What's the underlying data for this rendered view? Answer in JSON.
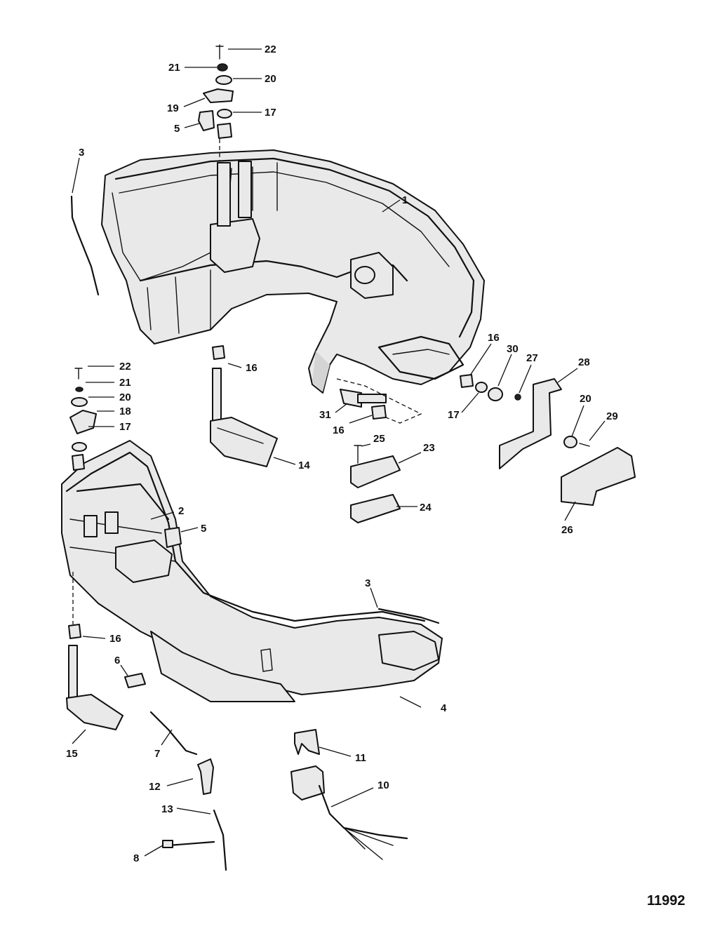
{
  "figure_number": "11992",
  "callouts": [
    {
      "id": "c22a",
      "label": "22"
    },
    {
      "id": "c21a",
      "label": "21"
    },
    {
      "id": "c20a",
      "label": "20"
    },
    {
      "id": "c19",
      "label": "19"
    },
    {
      "id": "c17a",
      "label": "17"
    },
    {
      "id": "c5a",
      "label": "5"
    },
    {
      "id": "c3a",
      "label": "3"
    },
    {
      "id": "c1",
      "label": "1"
    },
    {
      "id": "c16a",
      "label": "16"
    },
    {
      "id": "c30",
      "label": "30"
    },
    {
      "id": "c27",
      "label": "27"
    },
    {
      "id": "c28",
      "label": "28"
    },
    {
      "id": "c22b",
      "label": "22"
    },
    {
      "id": "c21b",
      "label": "21"
    },
    {
      "id": "c20b",
      "label": "20"
    },
    {
      "id": "c18",
      "label": "18"
    },
    {
      "id": "c17b",
      "label": "17"
    },
    {
      "id": "c16b",
      "label": "16"
    },
    {
      "id": "c31",
      "label": "31"
    },
    {
      "id": "c16c",
      "label": "16"
    },
    {
      "id": "c17c",
      "label": "17"
    },
    {
      "id": "c20c",
      "label": "20"
    },
    {
      "id": "c29",
      "label": "29"
    },
    {
      "id": "c25",
      "label": "25"
    },
    {
      "id": "c23",
      "label": "23"
    },
    {
      "id": "c14",
      "label": "14"
    },
    {
      "id": "c2",
      "label": "2"
    },
    {
      "id": "c5b",
      "label": "5"
    },
    {
      "id": "c24",
      "label": "24"
    },
    {
      "id": "c26",
      "label": "26"
    },
    {
      "id": "c3b",
      "label": "3"
    },
    {
      "id": "c16d",
      "label": "16"
    },
    {
      "id": "c6",
      "label": "6"
    },
    {
      "id": "c4",
      "label": "4"
    },
    {
      "id": "c15",
      "label": "15"
    },
    {
      "id": "c7",
      "label": "7"
    },
    {
      "id": "c11",
      "label": "11"
    },
    {
      "id": "c10",
      "label": "10"
    },
    {
      "id": "c12",
      "label": "12"
    },
    {
      "id": "c13",
      "label": "13"
    },
    {
      "id": "c8",
      "label": "8"
    }
  ]
}
